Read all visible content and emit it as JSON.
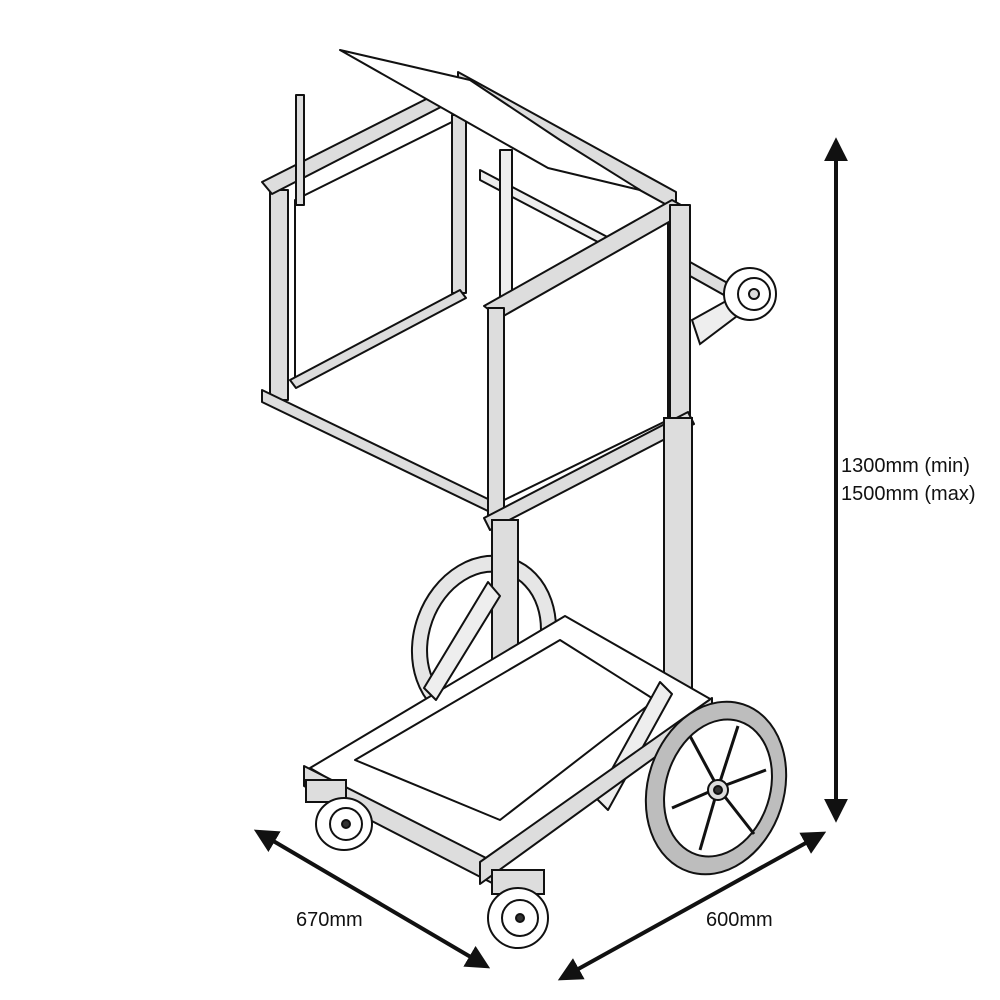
{
  "dimensions": {
    "height_min": "1300mm (min)",
    "height_max": "1500mm (max)",
    "depth": "670mm",
    "width": "600mm"
  },
  "colors": {
    "line": "#111111",
    "panel": "#ffffff",
    "profile": "#dddddd",
    "tire": "#333333"
  }
}
